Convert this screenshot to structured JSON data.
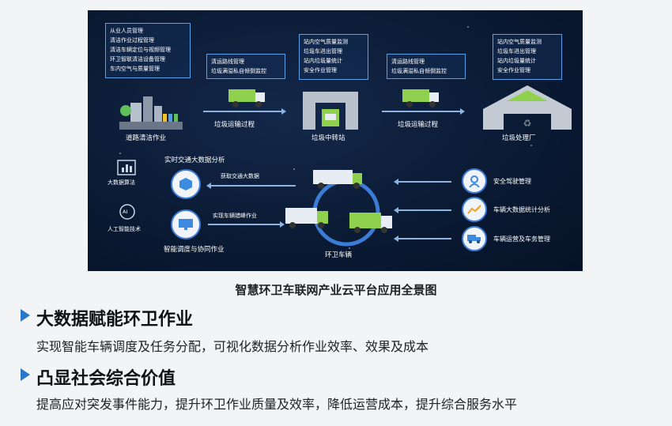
{
  "top_left_box": [
    "从业人员管理",
    "清洁作业过程管理",
    "清洁车辆定位与视频管理",
    "环卫智联清洁设备管理",
    "车内空气与质量管理"
  ],
  "road_box": [
    "清运路线管理",
    "垃圾满溢私自倾倒监控"
  ],
  "station_box": [
    "站内空气质量监测",
    "垃圾车进出管理",
    "站内垃圾量统计",
    "安全作业管理"
  ],
  "road_box2": [
    "清运路线管理",
    "垃圾满溢私自倾倒监控"
  ],
  "plant_box": [
    "站内空气质量监测",
    "垃圾车进出管理",
    "站内垃圾量统计",
    "安全作业管理"
  ],
  "labels": {
    "road_cleaning": "道路清洁作业",
    "transport1": "垃圾运输过程",
    "transfer_station": "垃圾中转站",
    "transport2": "垃圾运输过程",
    "plant": "垃圾处理厂",
    "realtime": "实时交通大数据分析",
    "get_data": "获取交通大数据",
    "dispatch": "实现车辆错峰作业",
    "smart_dispatch": "智能调度与协同作业",
    "bigdata_algo": "大数据算法",
    "ai_tech": "人工智能技术",
    "ai_glyph": "AI",
    "vehicle": "环卫车辆",
    "safe_drive": "安全驾驶管理",
    "vehicle_stats": "车辆大数据统计分析",
    "vehicle_ops": "车辆运营及车务管理"
  },
  "caption": "智慧环卫车联网产业云平台应用全景图",
  "section1": {
    "title": "大数据赋能环卫作业",
    "text": "实现智能车辆调度及任务分配，可视化数据分析作业效率、效果及成本"
  },
  "section2": {
    "title": "凸显社会综合价值",
    "text": "提高应对突发事件能力，提升环卫作业质量及效率，降低运营成本，提升综合服务水平"
  },
  "colors": {
    "accent": "#2a76c9",
    "panel": "#0a1a33",
    "truck_green": "#8fd14f"
  }
}
